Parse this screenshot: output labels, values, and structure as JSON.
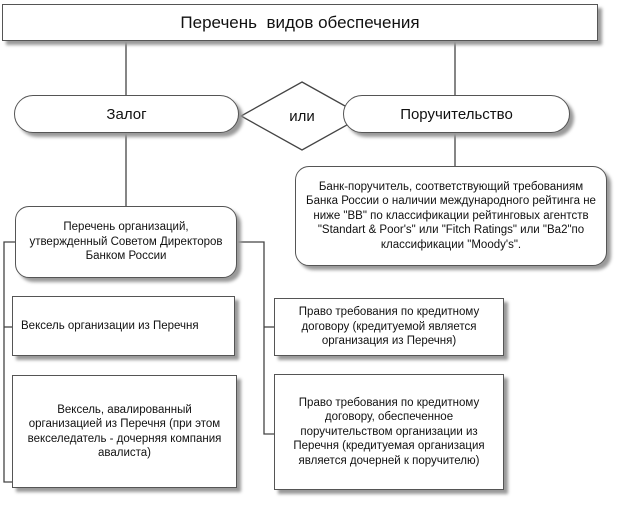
{
  "diagram": {
    "title": "Перечень  видов обеспечения",
    "zalog": "Залог",
    "ili": "или",
    "poruchitelstvo": "Поручительство",
    "bank_poruchitel": "Банк-поручитель, соответствующий требованиям Банка России о наличии международного рейтинга не ниже \"ВВ\" по классификации рейтинговых агентств \"Standart & Poor's\" или \"Fitch Ratings\" или \"Ba2\"по классификации \"Moody's\".",
    "perechen_org": "Перечень организаций, утвержденный Советом Директоров Банком России",
    "veksel1": "Вексель организации из Перечня",
    "veksel2": "Вексель, авалированный организацией из Перечня (при этом векселедатель - дочерняя компания авалиста)",
    "pravo1": "Право требования по кредитному договору (кредитуемой является организация из Перечня)",
    "pravo2": "Право требования по кредитному договору, обеспеченное поручительством организации из Перечня (кредитуемая организация является дочерней к поручителю)"
  }
}
